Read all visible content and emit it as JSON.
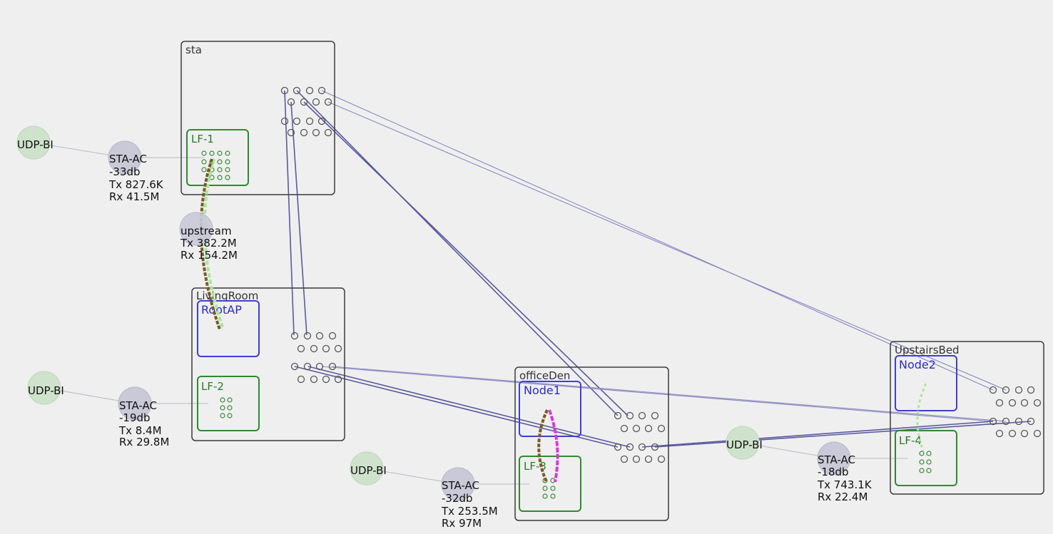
{
  "groups": {
    "sta": "sta",
    "living_room": "LivingRoom",
    "office_den": "officeDen",
    "upstairs_bed": "UpstairsBed"
  },
  "aps": {
    "root_ap": "RootAP",
    "node1": "Node1",
    "node2": "Node2"
  },
  "radios": {
    "lf1": "LF-1",
    "lf2": "LF-2",
    "lf3": "LF-3",
    "lf4": "LF-4"
  },
  "udp_nodes": [
    "UDP-BI",
    "UDP-BI",
    "UDP-BI",
    "UDP-BI"
  ],
  "stations": [
    {
      "name": "STA-AC",
      "signal": "-33db",
      "tx": "Tx 827.6K",
      "rx": "Rx 41.5M"
    },
    {
      "name": "STA-AC",
      "signal": "-19db",
      "tx": "Tx 8.4M",
      "rx": "Rx 29.8M"
    },
    {
      "name": "STA-AC",
      "signal": "-32db",
      "tx": "Tx 253.5M",
      "rx": "Rx 97M"
    },
    {
      "name": "STA-AC",
      "signal": "-18db",
      "tx": "Tx 743.1K",
      "rx": "Rx 22.4M"
    }
  ],
  "upstream": {
    "name": "upstream",
    "tx": "Tx 382.2M",
    "rx": "Rx 154.2M"
  },
  "colors": {
    "background": "#efefef",
    "ap_box": "#3e3ed8",
    "radio_box": "#2f8a2f",
    "link": "#5a5aa0",
    "udp_node": "#cfe3cc",
    "station_node": "#c9c9d8",
    "flow_brown": "#7a5a2a",
    "flow_green": "#a8e89a",
    "flow_magenta": "#d63ad6"
  }
}
